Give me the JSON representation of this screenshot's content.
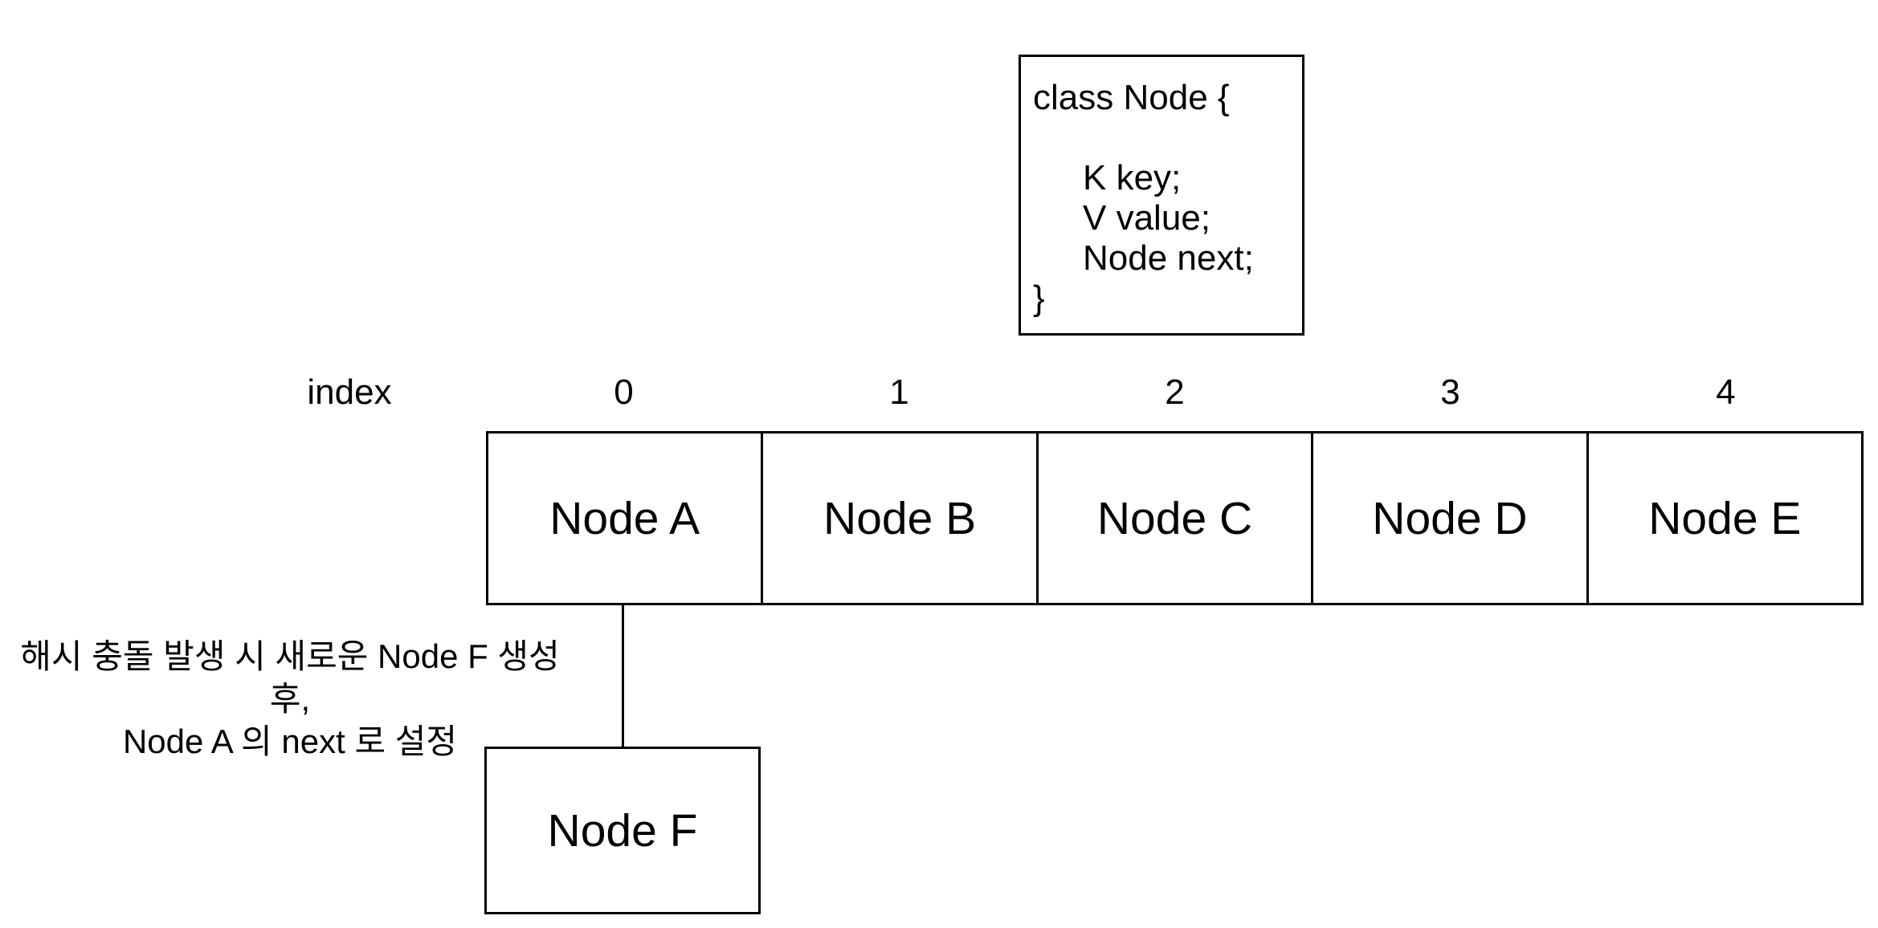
{
  "colors": {
    "background": "#ffffff",
    "line": "#000000",
    "text": "#000000"
  },
  "class_box": {
    "lines": [
      "class Node {",
      "",
      "K key;",
      "V value;",
      "Node next;",
      "}"
    ]
  },
  "index_row": {
    "label": "index",
    "values": [
      "0",
      "1",
      "2",
      "3",
      "4"
    ]
  },
  "buckets": [
    {
      "index": "0",
      "label": "Node A"
    },
    {
      "index": "1",
      "label": "Node B"
    },
    {
      "index": "2",
      "label": "Node C"
    },
    {
      "index": "3",
      "label": "Node D"
    },
    {
      "index": "4",
      "label": "Node E"
    }
  ],
  "annotation": {
    "line1": "해시 충돌 발생 시 새로운 Node F 생성 후,",
    "line2": "Node A 의 next 로 설정"
  },
  "chained_node": {
    "label": "Node F"
  }
}
